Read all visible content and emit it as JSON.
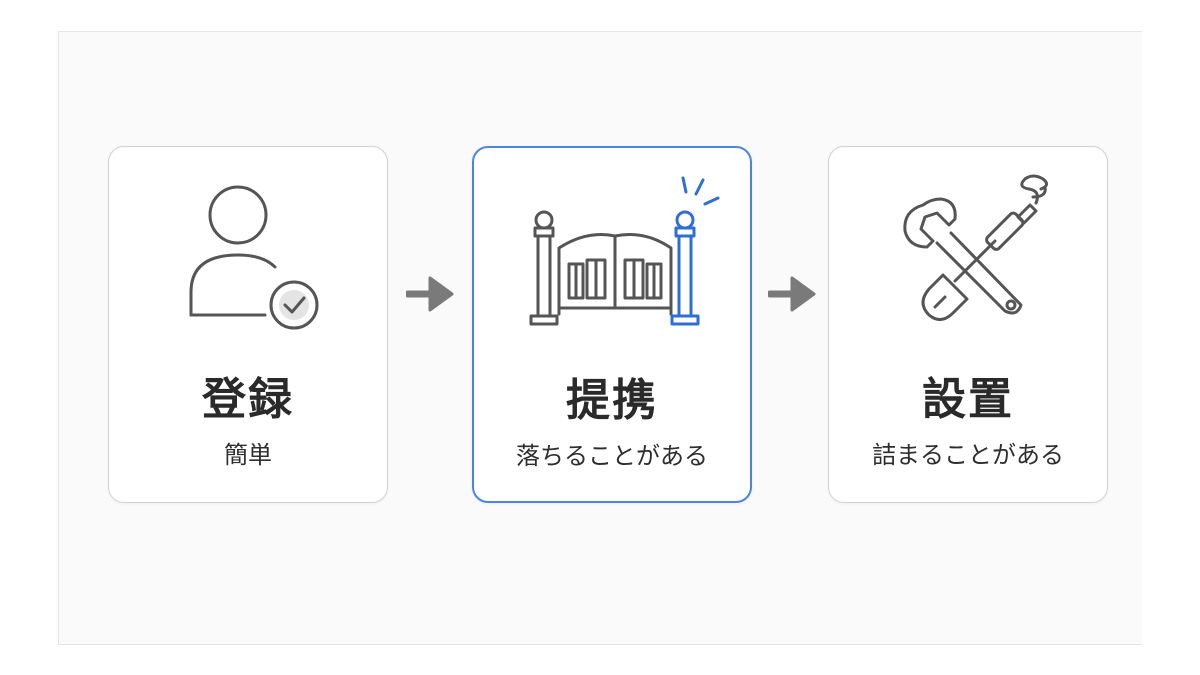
{
  "colors": {
    "accent": "#2f6fd4",
    "icon_stroke": "#555555",
    "arrow": "#7a7a7a"
  },
  "steps": [
    {
      "title": "登録",
      "subtitle": "簡単",
      "icon": "user-check-icon"
    },
    {
      "title": "提携",
      "subtitle": "落ちることがある",
      "icon": "gate-icon"
    },
    {
      "title": "設置",
      "subtitle": "詰まることがある",
      "icon": "tools-icon"
    }
  ]
}
